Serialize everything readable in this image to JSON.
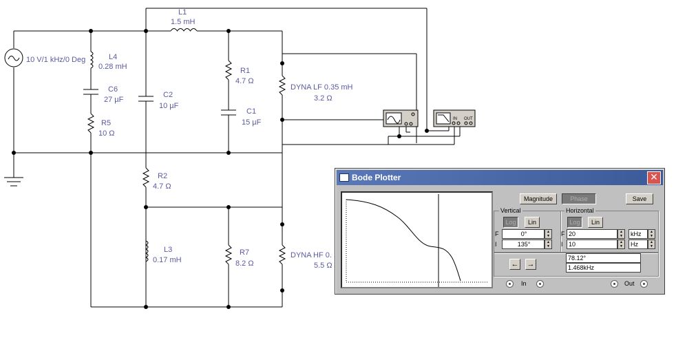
{
  "schematic": {
    "source_label": "10 V/1 kHz/0 Deg",
    "components": {
      "L1": {
        "name": "L1",
        "value": "1.5 mH"
      },
      "L4": {
        "name": "L4",
        "value": "0.28 mH"
      },
      "C6": {
        "name": "C6",
        "value": "27 µF"
      },
      "R5": {
        "name": "R5",
        "value": "10 Ω"
      },
      "C2": {
        "name": "C2",
        "value": "10 µF"
      },
      "R1": {
        "name": "R1",
        "value": "4.7 Ω"
      },
      "C1": {
        "name": "C1",
        "value": "15 µF"
      },
      "R2": {
        "name": "R2",
        "value": "4.7 Ω"
      },
      "L3": {
        "name": "L3",
        "value": "0.17 mH"
      },
      "R7": {
        "name": "R7",
        "value": "8.2 Ω"
      },
      "DYNA_LF": {
        "name": "DYNA LF 0.35 mH",
        "value": "3.2 Ω"
      },
      "DYNA_HF": {
        "name": "DYNA HF 0.",
        "value": "5.5 Ω"
      }
    },
    "bode_instrument": {
      "in": "IN",
      "out": "OUT"
    }
  },
  "bode": {
    "title": "Bode Plotter",
    "close": "✕",
    "magnitude": "Magnitude",
    "phase": "Phase",
    "save": "Save",
    "vertical": {
      "label": "Vertical",
      "log": "Log",
      "lin": "Lin",
      "f_label": "F",
      "i_label": "I",
      "f_value": "0°",
      "i_value": "135°"
    },
    "horizontal": {
      "label": "Horizontal",
      "log": "Log",
      "lin": "Lin",
      "f_label": "F",
      "i_label": "I",
      "f_value": "20",
      "i_value": "10",
      "f_unit": "kHz",
      "i_unit": "Hz"
    },
    "left_arrow": "←",
    "right_arrow": "→",
    "readout_phase": "78.12°",
    "readout_freq": "1.468kHz",
    "in_label": "In",
    "out_label": "Out"
  }
}
